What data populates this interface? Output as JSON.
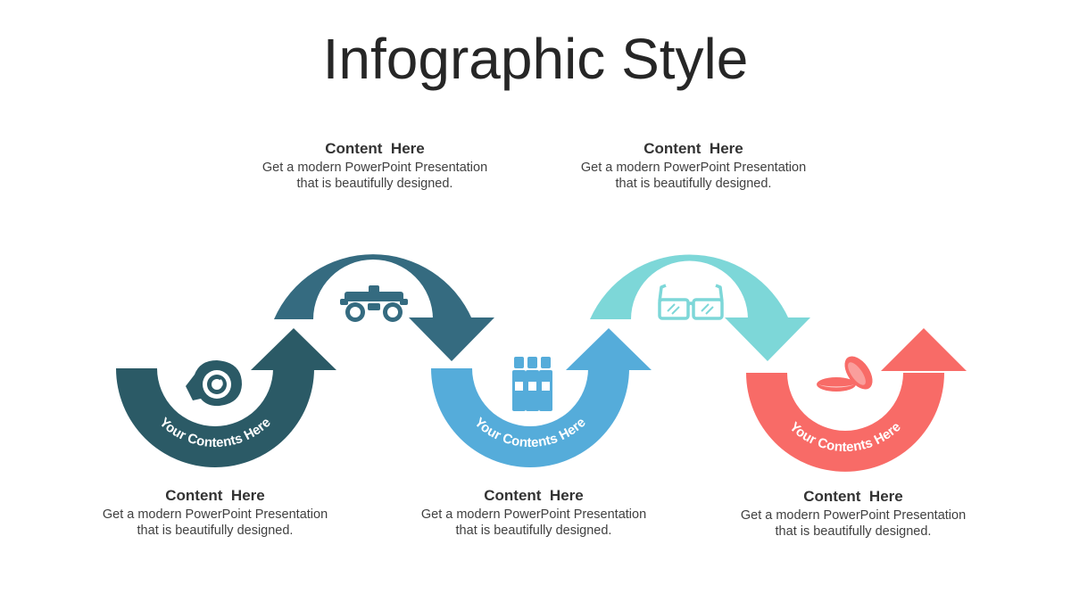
{
  "title": "Infographic Style",
  "colors": {
    "step1": "#2B5A66",
    "step2": "#356B80",
    "step3": "#55ACDA",
    "step4": "#7DD7D8",
    "step5": "#F86B67"
  },
  "icons": [
    "contact-lens-eye-icon",
    "phoropter-icon",
    "eye-drop-vials-icon",
    "eyeglasses-icon",
    "contact-lenses-icon"
  ],
  "arc_label": "Your Contents Here",
  "blocks": [
    {
      "heading": "Content  Here",
      "body": "Get a modern PowerPoint Presentation that is beautifully designed."
    },
    {
      "heading": "Content  Here",
      "body": "Get a modern PowerPoint Presentation that is beautifully designed."
    },
    {
      "heading": "Content  Here",
      "body": "Get a modern PowerPoint Presentation that is beautifully designed."
    },
    {
      "heading": "Content  Here",
      "body": "Get a modern PowerPoint Presentation that is beautifully designed."
    },
    {
      "heading": "Content  Here",
      "body": "Get a modern PowerPoint Presentation that is beautifully designed."
    }
  ]
}
